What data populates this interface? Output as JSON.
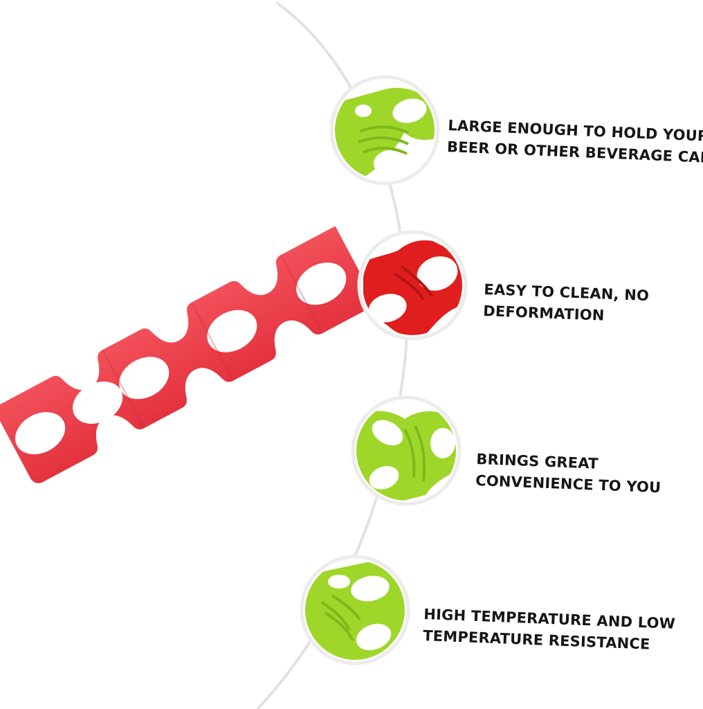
{
  "product": {
    "name_icon": "can-rack-product-icon",
    "main_color": "#ec3c48",
    "accent_red": "#e01e1e",
    "accent_green": "#9fd62a"
  },
  "features": [
    {
      "line1": "LARGE ENOUGH TO HOLD YOUR",
      "line2": "BEER OR OTHER BEVERAGE CANS",
      "icon": "green-rack-detail-icon"
    },
    {
      "line1": "EASY TO CLEAN, NO",
      "line2": "DEFORMATION",
      "icon": "red-rack-detail-icon"
    },
    {
      "line1": "BRINGS GREAT",
      "line2": "CONVENIENCE TO YOU",
      "icon": "green-rack-detail-icon"
    },
    {
      "line1": "HIGH TEMPERATURE AND LOW",
      "line2": "TEMPERATURE RESISTANCE",
      "icon": "green-rack-detail-icon"
    }
  ]
}
